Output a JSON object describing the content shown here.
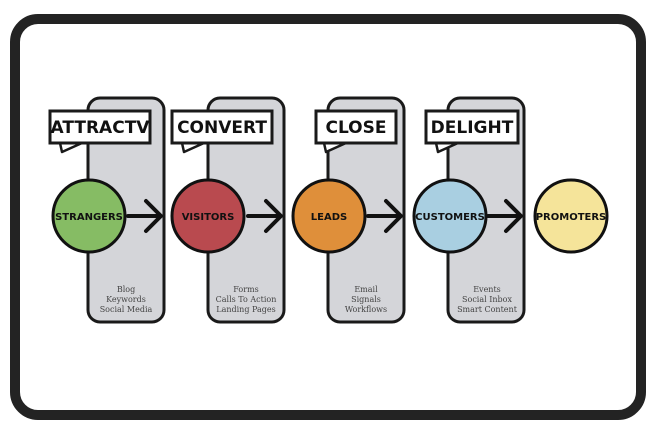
{
  "colors": {
    "frame": "#232323",
    "panel": "#d4d5d9",
    "strangers": "#86bc64",
    "visitors": "#b94a4f",
    "leads": "#df8f3a",
    "customers": "#a9cfe1",
    "promoters": "#f5e49a"
  },
  "stages": [
    {
      "label": "ATTRACTV",
      "circle": "STRANGERS",
      "circle_color": "#86bc64",
      "tactics": [
        "Blog",
        "Keywords",
        "Social Media"
      ]
    },
    {
      "label": "CONVERT",
      "circle": "VISITORS",
      "circle_color": "#b94a4f",
      "tactics": [
        "Forms",
        "Calls To Action",
        "Landing Pages"
      ]
    },
    {
      "label": "CLOSE",
      "circle": "LEADS",
      "circle_color": "#df8f3a",
      "tactics": [
        "Email",
        "Signals",
        "Workflows"
      ]
    },
    {
      "label": "DELIGHT",
      "circle": "CUSTOMERS",
      "circle_color": "#a9cfe1",
      "tactics": [
        "Events",
        "Social Inbox",
        "Smart Content"
      ]
    }
  ],
  "final": {
    "circle": "PROMOTERS",
    "circle_color": "#f5e49a"
  },
  "icons": {
    "arrow": "right-arrow-icon"
  }
}
